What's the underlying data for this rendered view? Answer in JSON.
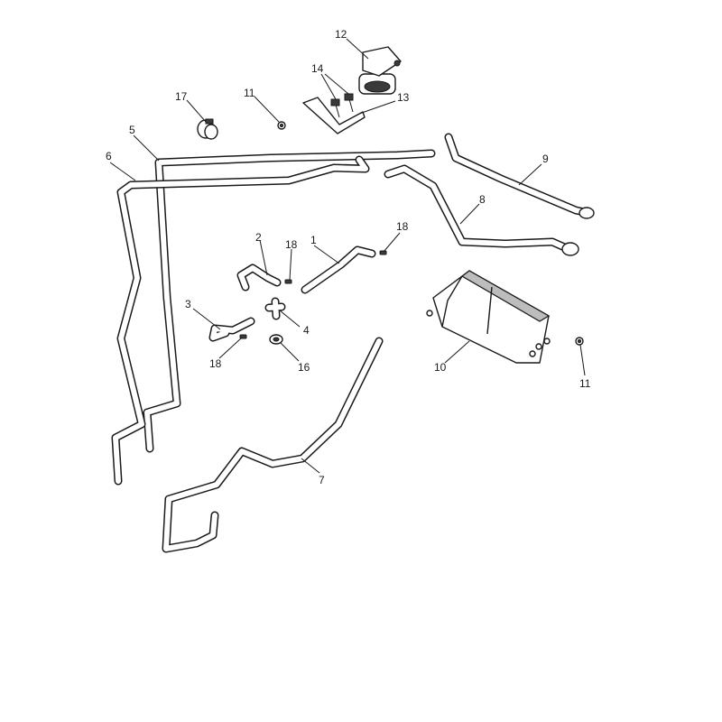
{
  "callouts": [
    {
      "id": "c1",
      "text": "1"
    },
    {
      "id": "c2",
      "text": "2"
    },
    {
      "id": "c3",
      "text": "3"
    },
    {
      "id": "c4",
      "text": "4"
    },
    {
      "id": "c5",
      "text": "5"
    },
    {
      "id": "c6",
      "text": "6"
    },
    {
      "id": "c7",
      "text": "7"
    },
    {
      "id": "c8",
      "text": "8"
    },
    {
      "id": "c9",
      "text": "9"
    },
    {
      "id": "c10",
      "text": "10"
    },
    {
      "id": "c11a",
      "text": "11"
    },
    {
      "id": "c11b",
      "text": "11"
    },
    {
      "id": "c12",
      "text": "12"
    },
    {
      "id": "c13",
      "text": "13"
    },
    {
      "id": "c14",
      "text": "14"
    },
    {
      "id": "c16",
      "text": "16"
    },
    {
      "id": "c17",
      "text": "17"
    },
    {
      "id": "c18a",
      "text": "18"
    },
    {
      "id": "c18b",
      "text": "18"
    },
    {
      "id": "c18c",
      "text": "18"
    }
  ]
}
